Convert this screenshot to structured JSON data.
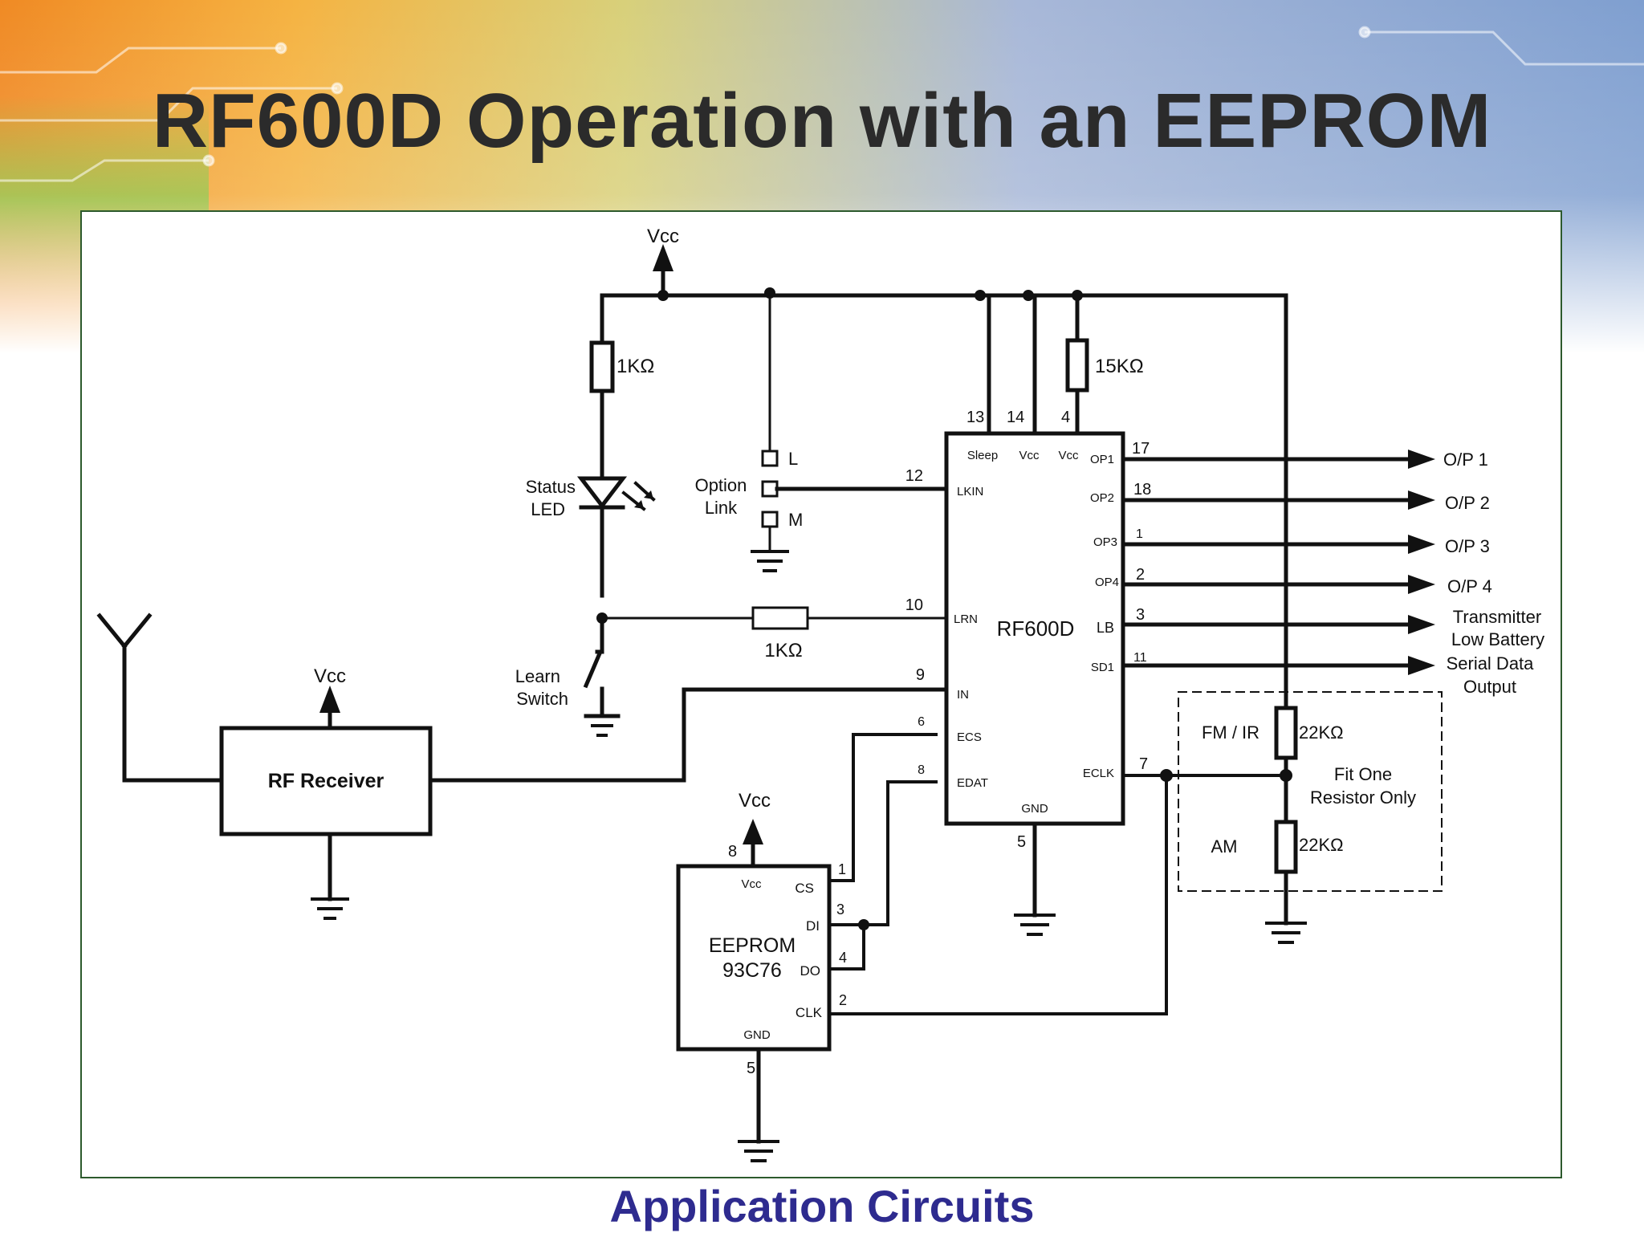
{
  "slide": {
    "title": "RF600D Operation with an EEPROM",
    "footer": "Application Circuits"
  },
  "colors": {
    "title_text": "#2b2b2b",
    "footer_text": "#2e2b8f",
    "frame_border": "#2d5a2d",
    "wire": "#111111",
    "bg_orange": "#f08a24",
    "bg_green": "#8fbf3a",
    "bg_blue": "#7f9fd0"
  },
  "schematic": {
    "supply": "Vcc",
    "rf_receiver": "RF Receiver",
    "status_led": [
      "Status",
      "LED"
    ],
    "option_link": [
      "Option",
      "Link"
    ],
    "option_l": "L",
    "option_m": "M",
    "learn_switch": [
      "Learn",
      "Switch"
    ],
    "r_led": "1KΩ",
    "r_lrn": "1KΩ",
    "r_pullup": "15KΩ",
    "rf600d": {
      "name": "RF600D",
      "top_pins": [
        "Sleep",
        "Vcc",
        "Vcc"
      ],
      "left_pins": [
        "LKIN",
        "LRN",
        "IN",
        "ECS",
        "EDAT"
      ],
      "right_pins": [
        "OP1",
        "OP2",
        "OP3",
        "OP4",
        "LB",
        "SD1",
        "ECLK"
      ],
      "bottom_pin": "GND"
    },
    "pin_numbers": {
      "sleep": "13",
      "vcc1": "14",
      "vcc2": "4",
      "lkin": "12",
      "lrn": "10",
      "in": "9",
      "ecs": "6",
      "edat": "8",
      "op1": "17",
      "op2": "18",
      "op3": "1",
      "op4": "2",
      "lb": "3",
      "sd1": "11",
      "eclk": "7",
      "gnd": "5",
      "ee_vcc": "8",
      "ee_cs": "1",
      "ee_di": "3",
      "ee_do": "4",
      "ee_clk": "2",
      "ee_gnd": "5"
    },
    "eeprom": {
      "name": [
        "EEPROM",
        "93C76"
      ],
      "vcc": "Vcc",
      "pins": [
        "CS",
        "DI",
        "DO",
        "CLK"
      ],
      "gnd": "GND"
    },
    "outputs": {
      "op1": "O/P 1",
      "op2": "O/P 2",
      "op3": "O/P 3",
      "op4": "O/P 4",
      "lb": [
        "Transmitter",
        "Low Battery"
      ],
      "sd": [
        "Serial Data",
        "Output"
      ]
    },
    "resistor_box": {
      "fm_ir": "FM / IR",
      "am": "AM",
      "r_top": "22KΩ",
      "r_bottom": "22KΩ",
      "note": [
        "Fit One",
        "Resistor Only"
      ]
    }
  }
}
